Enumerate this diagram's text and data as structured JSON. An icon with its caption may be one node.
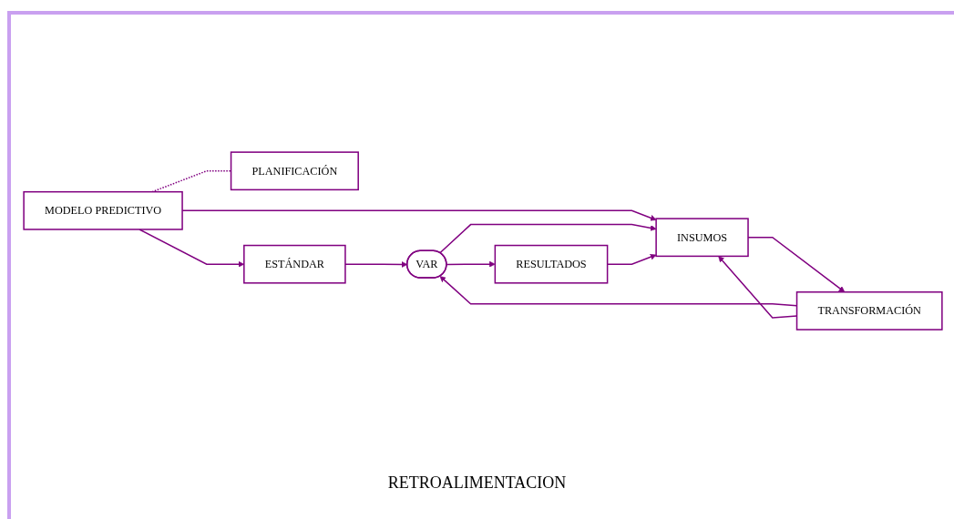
{
  "diagram": {
    "nodes": [
      {
        "text": [
          "PLANIFICACIÓN"
        ]
      },
      {
        "text": [
          "MODELO PREDICTIVO"
        ]
      },
      {
        "text": [
          "ESTÁNDAR"
        ]
      },
      {
        "text": [
          "INSUMOS"
        ]
      },
      {
        "text": [
          "TRANSFORMACIÓN"
        ]
      },
      {
        "text": [
          "VAR"
        ]
      },
      {
        "text": [
          "RESULTADOS"
        ]
      }
    ],
    "edges": [
      {
        "from": 1,
        "to": 0,
        "arrow": "none",
        "style": "dashed"
      },
      {
        "from": 1,
        "to": 2,
        "arrow": "to"
      },
      {
        "from": 2,
        "to": 5,
        "arrow": "to"
      },
      {
        "from": 3,
        "to": 4,
        "arrow": "to"
      },
      {
        "from": 4,
        "to": 5,
        "arrow": "to"
      },
      {
        "from": 5,
        "to": 6,
        "arrow": "to"
      },
      {
        "from": 1,
        "to": 3,
        "arrow": "to"
      },
      {
        "from": 4,
        "to": 3,
        "arrow": "to"
      },
      {
        "from": 5,
        "to": 3,
        "arrow": "to"
      },
      {
        "from": 6,
        "to": 3,
        "arrow": "to"
      }
    ],
    "labels": [
      "RETROALIMENTACION"
    ]
  }
}
